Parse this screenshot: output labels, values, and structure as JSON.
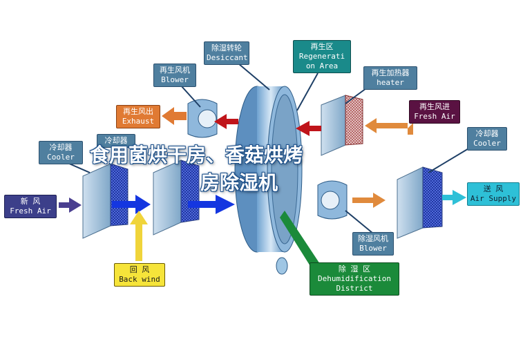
{
  "watermark": {
    "line1": "食用菌烘干房、香菇烘烤",
    "line2": "房除湿机"
  },
  "labels": {
    "desiccant": {
      "zh": "除湿转轮",
      "en": "Desiccant"
    },
    "regen_area": {
      "zh": "再生区",
      "en1": "Regenerati",
      "en2": "on Area"
    },
    "regen_blower": {
      "zh": "再生风机",
      "en": "Blower"
    },
    "regen_heater": {
      "zh": "再生加热器",
      "en": "heater"
    },
    "exhaust": {
      "zh": "再生风出",
      "en": "Exhaust"
    },
    "regen_fresh_air": {
      "zh": "再生风进",
      "en": "Fresh Air"
    },
    "cooler_left": {
      "zh": "冷却器",
      "en": "Cooler"
    },
    "cooler_mid": {
      "zh": "冷却器"
    },
    "cooler_right": {
      "zh": "冷却器",
      "en": "Cooler"
    },
    "fresh_air": {
      "zh": "新 风",
      "en": "Fresh Air"
    },
    "air_supply": {
      "zh": "送 风",
      "en": "Air Supply"
    },
    "back_wind": {
      "zh": "回 风",
      "en": "Back wind"
    },
    "dehum_blower": {
      "zh": "除湿风机",
      "en": "Blower"
    },
    "dehum_district": {
      "zh": "除 湿 区",
      "en1": "Dehumidification",
      "en2": "District"
    }
  },
  "colors": {
    "steel_label": "#4f7f9f",
    "exhaust": "#e07a33",
    "regen_fresh_air": "#5a1242",
    "fresh_air": "#3c3f8a",
    "air_supply": "#2ec0d7",
    "back_wind": "#f6e43a",
    "dehum_district": "#1b8a3a",
    "arrow_blue": "#1436e0",
    "arrow_orange": "#e08a3c",
    "arrow_red": "#c0141a"
  }
}
